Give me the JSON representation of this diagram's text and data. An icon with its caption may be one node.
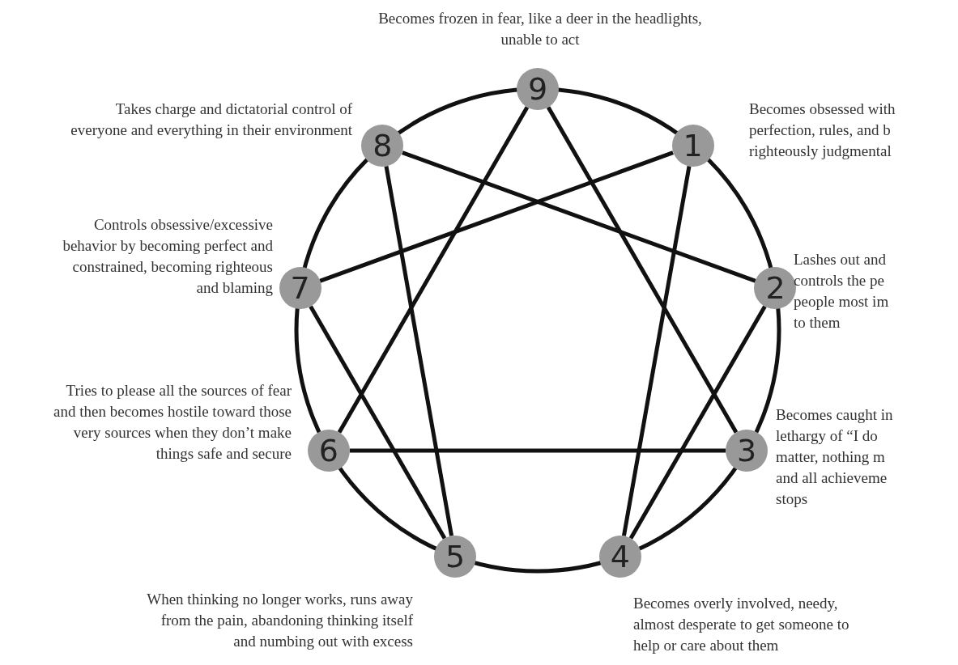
{
  "diagram": {
    "nodes": [
      {
        "text": [
          "9"
        ],
        "beside": [
          "Becomes frozen in fear, like a deer in the headlights, unable to act"
        ]
      },
      {
        "text": [
          "8"
        ],
        "beside": [
          "Takes charge and dictatorial control of everyone and everything in their environment"
        ]
      },
      {
        "text": [
          "1"
        ],
        "beside": [
          "Becomes obsessed with perfection, rules, and b righteously judgmental"
        ]
      },
      {
        "text": [
          "7"
        ],
        "beside": [
          "Controls obsessive/excessive behavior by becoming perfect and constrained, becoming righteous and blaming"
        ]
      },
      {
        "text": [
          "2"
        ],
        "beside": [
          "Lashes out and controls the pe people most im to them"
        ]
      },
      {
        "text": [
          "6"
        ],
        "beside": [
          "Tries to please all the sources of fear and then becomes hostile toward those very sources when they don’t make things safe and secure"
        ]
      },
      {
        "text": [
          "3"
        ],
        "beside": [
          "Becomes caught in lethargy of “I do matter, nothing m and all achieveme stops"
        ]
      },
      {
        "text": [
          "5"
        ],
        "beside": [
          "When thinking no longer works, runs away from the pain, abandoning thinking itself and numbing out with excess"
        ]
      },
      {
        "text": [
          "4"
        ],
        "beside": [
          "Becomes overly involved, needy, almost desperate to get someone to help or care about them"
        ]
      }
    ],
    "edges": [
      {
        "from": 0,
        "to": 6,
        "arrow": "none"
      },
      {
        "from": 6,
        "to": 5,
        "arrow": "none"
      },
      {
        "from": 5,
        "to": 0,
        "arrow": "none"
      },
      {
        "from": 2,
        "to": 8,
        "arrow": "none"
      },
      {
        "from": 8,
        "to": 4,
        "arrow": "none"
      },
      {
        "from": 4,
        "to": 1,
        "arrow": "none"
      },
      {
        "from": 1,
        "to": 7,
        "arrow": "none"
      },
      {
        "from": 7,
        "to": 3,
        "arrow": "none"
      },
      {
        "from": 3,
        "to": 2,
        "arrow": "none"
      }
    ]
  }
}
